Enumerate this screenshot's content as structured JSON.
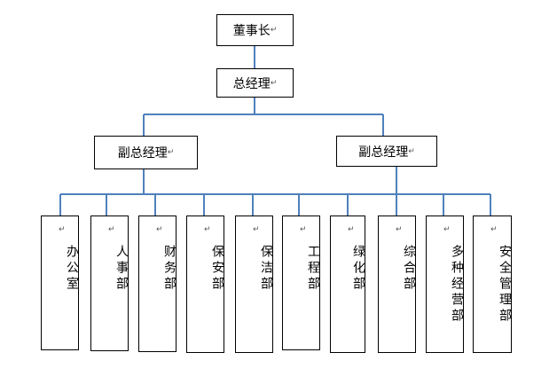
{
  "colors": {
    "connector": "#4f81bd",
    "box_border": "#000000"
  },
  "paragraph_mark": "↵",
  "org": {
    "chairman": "董事长",
    "gm": "总经理",
    "deputy_left": "副总经理",
    "deputy_right": "副总经理",
    "departments": [
      "办公室",
      "人事部",
      "财务部",
      "保安部",
      "保洁部",
      "工程部",
      "绿化部",
      "综合部",
      "多种经营部",
      "安全管理部"
    ]
  }
}
